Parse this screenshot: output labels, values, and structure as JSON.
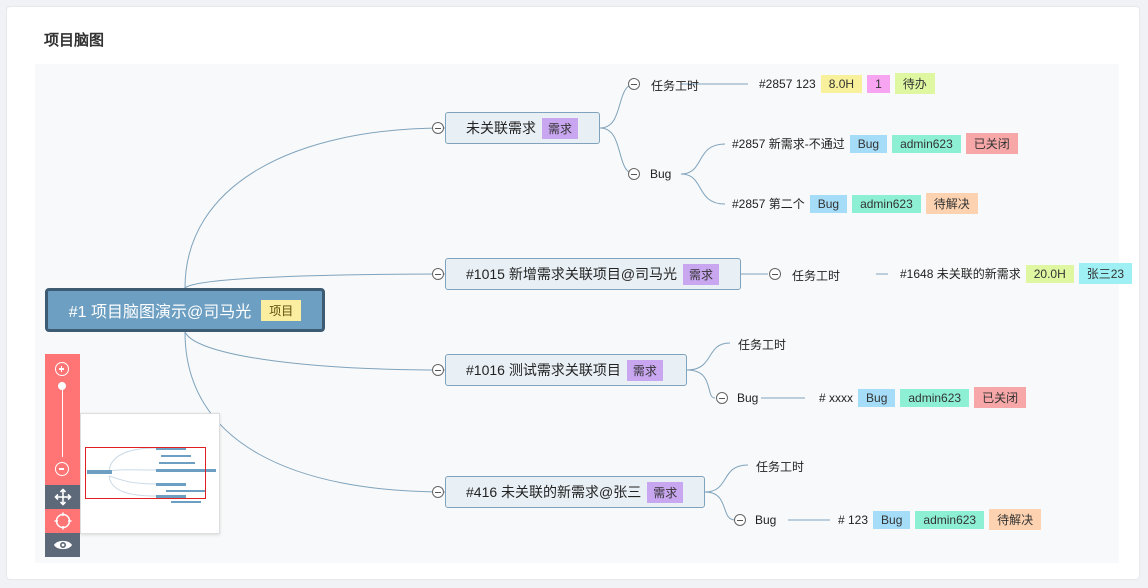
{
  "card": {
    "title": "项目脑图"
  },
  "root": {
    "label": "#1 项目脑图演示@司马光",
    "tag": "项目"
  },
  "nodes": [
    {
      "label": "未关联需求",
      "tag": "需求"
    },
    {
      "label": "#1015 新增需求关联项目@司马光",
      "tag": "需求"
    },
    {
      "label": "#1016 测试需求关联项目",
      "tag": "需求"
    },
    {
      "label": "#416 未关联的新需求@张三",
      "tag": "需求"
    }
  ],
  "sub": {
    "n0_task": "任务工时",
    "n0_bug": "Bug",
    "n1_task": "任务工时",
    "n2_task": "任务工时",
    "n2_bug": "Bug",
    "n3_task": "任务工时",
    "n3_bug": "Bug"
  },
  "leaves": {
    "l1": {
      "text": "#2857 123",
      "chips": [
        "8.0H",
        "1",
        "待办"
      ]
    },
    "l2": {
      "text": "#2857 新需求-不通过",
      "chips": [
        "Bug",
        "admin623",
        "已关闭"
      ]
    },
    "l3": {
      "text": "#2857 第二个",
      "chips": [
        "Bug",
        "admin623",
        "待解决"
      ]
    },
    "l4": {
      "text": "#1648 未关联的新需求",
      "chips": [
        "20.0H",
        "张三23"
      ]
    },
    "l5": {
      "text": "# xxxx",
      "chips": [
        "Bug",
        "admin623",
        "已关闭"
      ]
    },
    "l6": {
      "text": "# 123",
      "chips": [
        "Bug",
        "admin623",
        "待解决"
      ]
    }
  },
  "colors": {
    "hours": "#f8f09a",
    "count": "#f7a5f0",
    "todo": "#dff7a0",
    "bug": "#a5dcf7",
    "user": "#8df0d5",
    "closed": "#f7a7a7",
    "pending": "#fcd2b0",
    "green_hours": "#dff7a0",
    "cyan_user": "#9ff0f5",
    "link": "#7fa3bd"
  },
  "toolbar": {
    "zoom_in_icon": "plus-circle-icon",
    "zoom_out_icon": "minus-circle-icon",
    "move_icon": "move-arrows-icon",
    "center_icon": "target-icon",
    "eye_icon": "eye-icon"
  }
}
